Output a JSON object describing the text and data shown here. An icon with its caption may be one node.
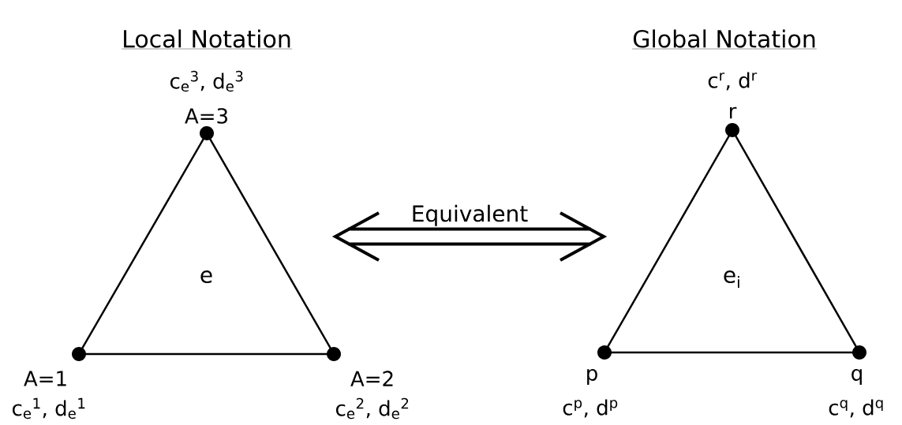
{
  "diagram": {
    "nodes": [
      {
        "text": [
          "e"
        ]
      },
      {
        "text": [
          "e$_{i}$"
        ]
      }
    ],
    "edges": [
      {
        "from": 0,
        "to": 1,
        "arrow": "both",
        "label": "Equivalent"
      }
    ],
    "labels": [
      "Local Notation",
      "Global Notation",
      "c$_{e}$$^{3}$, d$_{e}$$^{3}$",
      "A=3",
      "c$^{r}$, d$^{r}$",
      "r",
      "A=1",
      "A=2",
      "p",
      "q",
      "c$_{e}$$^{1}$, d$_{e}$$^{1}$",
      "c$_{e}$$^{2}$, d$_{e}$$^{2}$",
      "c$^{p}$, d$^{p}$",
      "c$^{q}$, d$^{q}$"
    ]
  }
}
